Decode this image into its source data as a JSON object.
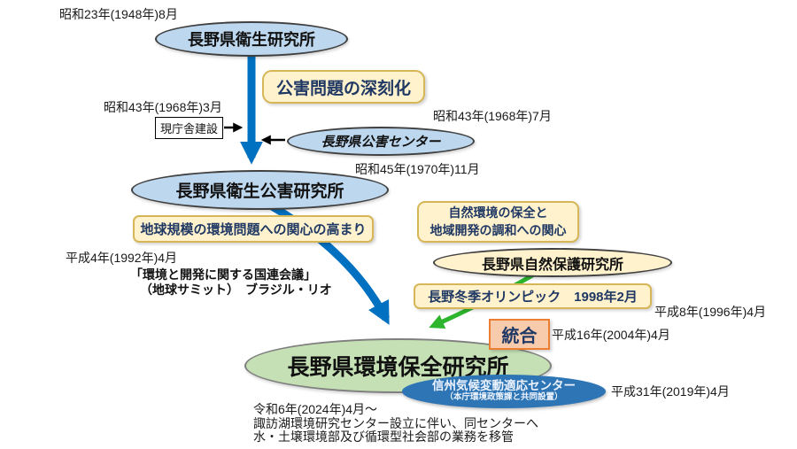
{
  "dates": {
    "d1948": "昭和23年(1948年)8月",
    "d1968_3": "昭和43年(1968年)3月",
    "d1968_7": "昭和43年(1968年)7月",
    "d1970": "昭和45年(1970年)11月",
    "d1992": "平成4年(1992年)4月",
    "d1996": "平成8年(1996年)4月",
    "d2004": "平成16年(2004年)4月",
    "d2019": "平成31年(2019年)4月"
  },
  "nodes": {
    "eisei_lab": "長野県衛生研究所",
    "kougai_center": "長野県公害センター",
    "eisei_kougai_lab": "長野県衛生公害研究所",
    "shizen_hogo_lab": "長野県自然保護研究所",
    "kankyou_hozen_lab": "長野県環境保全研究所",
    "shinshu_center": {
      "line1": "信州気候変動適応センター",
      "line2": "（本庁環境政策課と共同設置）"
    }
  },
  "events": {
    "kougai_mondai": "公害問題の深刻化",
    "genchosha": "現庁舎建設",
    "chikyu_kibo": "地球規模の環境問題への関心の高まり",
    "shizen_kanshin_line1": "自然環境の保全と",
    "shizen_kanshin_line2": "地域開発の調和への関心",
    "olympic": "長野冬季オリンピック　1998年2月",
    "tougou": "統合",
    "summit_line1": "「環境と開発に関する国連会議」",
    "summit_line2": "（地球サミット）　ブラジル・リオ"
  },
  "note": {
    "line1": "令和6年(2024年)4月～",
    "line2": "諏訪湖環境研究センター設立に伴い、同センターへ",
    "line3": "水・土壌環境部及び循環型社会部の業務を移管"
  },
  "colors": {
    "node_blue_fill": "#BDD7EE",
    "event_yellow_fill": "#FFF2CC",
    "event_yellow_border": "#D6B656",
    "green_fill": "#C5E0B4",
    "deep_blue_fill": "#2E75B6",
    "peach_fill": "#F8CBAD",
    "peach_border": "#ED7D31",
    "navy_text": "#1F3864",
    "arrow_blue": "#0070C0",
    "arrow_green": "#2DB52D"
  }
}
